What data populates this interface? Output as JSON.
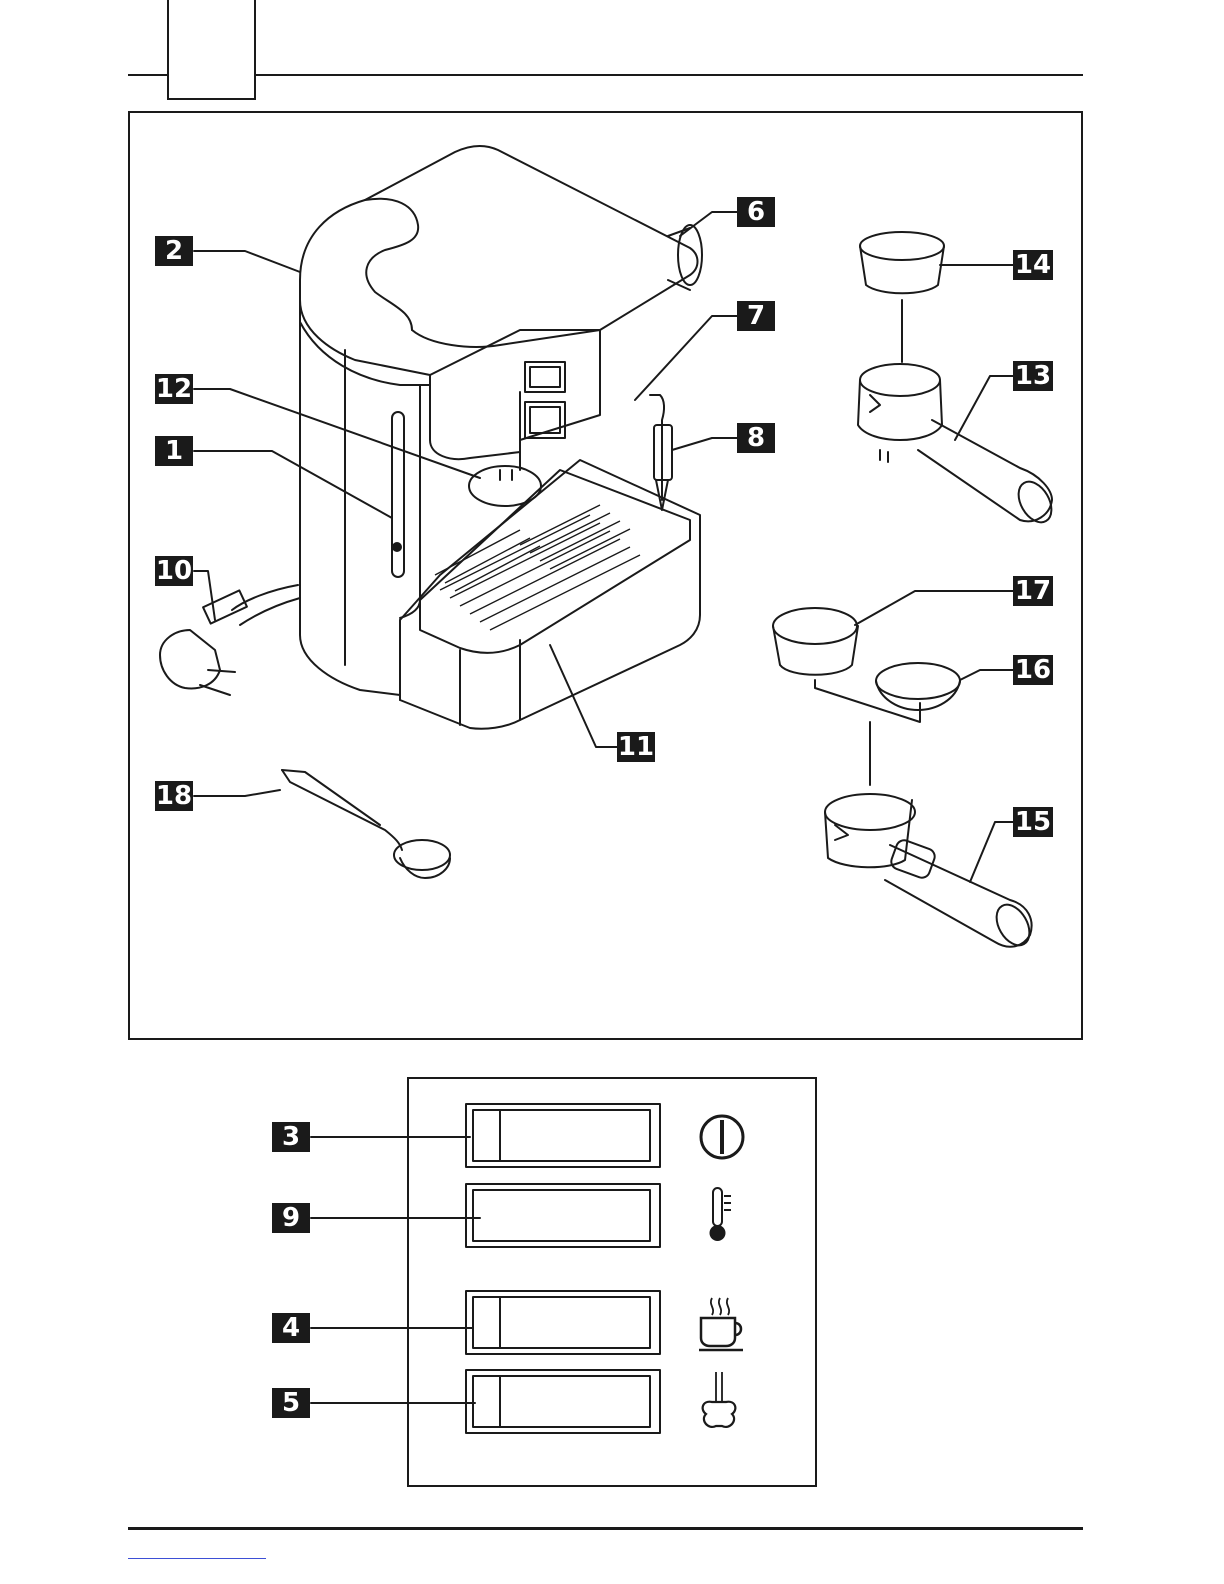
{
  "figure": {
    "callouts": [
      "2",
      "6",
      "7",
      "8",
      "12",
      "1",
      "10",
      "11",
      "18",
      "14",
      "13",
      "17",
      "16",
      "15"
    ]
  },
  "panel": {
    "callouts": [
      "3",
      "9",
      "4",
      "5"
    ],
    "icons": [
      "power-icon",
      "thermometer-icon",
      "coffee-cup-icon",
      "steam-nozzle-icon"
    ]
  }
}
